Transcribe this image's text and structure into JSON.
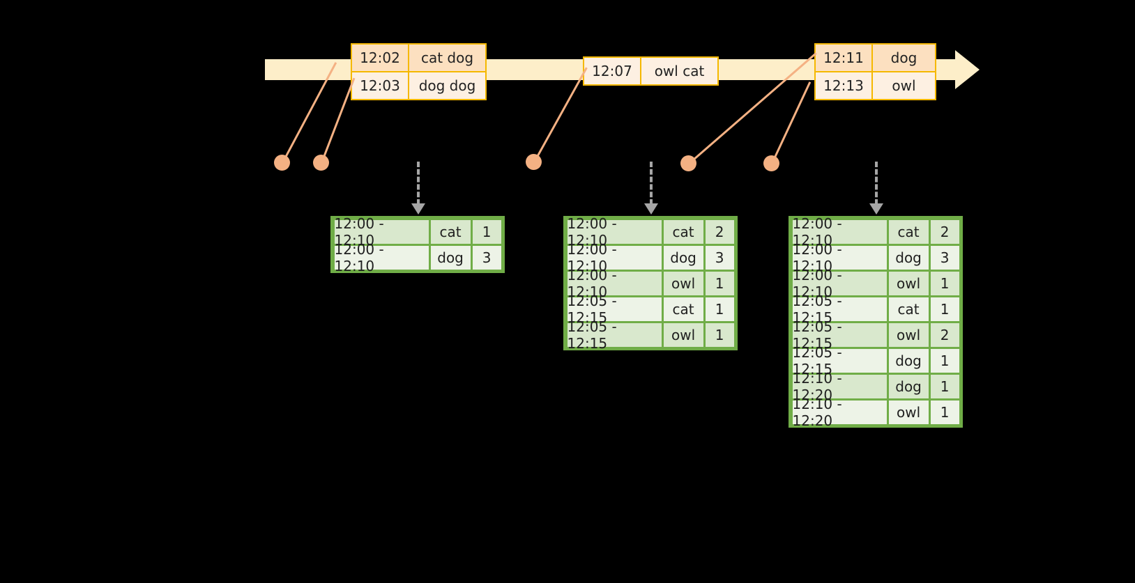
{
  "timeline": {
    "events": [
      {
        "id": "evt-a",
        "rows": [
          {
            "time": "12:02",
            "words": "cat dog"
          },
          {
            "time": "12:03",
            "words": "dog dog"
          }
        ]
      },
      {
        "id": "evt-b",
        "rows": [
          {
            "time": "12:07",
            "words": "owl cat"
          }
        ]
      },
      {
        "id": "evt-c",
        "rows": [
          {
            "time": "12:11",
            "words": "dog"
          },
          {
            "time": "12:13",
            "words": "owl"
          }
        ]
      }
    ]
  },
  "tables": [
    {
      "id": "gt1",
      "rows": [
        {
          "window": "12:00 - 12:10",
          "word": "cat",
          "count": "1"
        },
        {
          "window": "12:00 - 12:10",
          "word": "dog",
          "count": "3"
        }
      ]
    },
    {
      "id": "gt2",
      "rows": [
        {
          "window": "12:00 - 12:10",
          "word": "cat",
          "count": "2"
        },
        {
          "window": "12:00 - 12:10",
          "word": "dog",
          "count": "3"
        },
        {
          "window": "12:00 - 12:10",
          "word": "owl",
          "count": "1"
        },
        {
          "window": "12:05 - 12:15",
          "word": "cat",
          "count": "1"
        },
        {
          "window": "12:05 - 12:15",
          "word": "owl",
          "count": "1"
        }
      ]
    },
    {
      "id": "gt3",
      "rows": [
        {
          "window": "12:00 - 12:10",
          "word": "cat",
          "count": "2"
        },
        {
          "window": "12:00 - 12:10",
          "word": "dog",
          "count": "3"
        },
        {
          "window": "12:00 - 12:10",
          "word": "owl",
          "count": "1"
        },
        {
          "window": "12:05 - 12:15",
          "word": "cat",
          "count": "1"
        },
        {
          "window": "12:05 - 12:15",
          "word": "owl",
          "count": "2"
        },
        {
          "window": "12:05 - 12:15",
          "word": "dog",
          "count": "1"
        },
        {
          "window": "12:10 - 12:20",
          "word": "dog",
          "count": "1"
        },
        {
          "window": "12:10 - 12:20",
          "word": "owl",
          "count": "1"
        }
      ]
    }
  ],
  "colors": {
    "background": "#000000",
    "timeline_fill": "#fdeec9",
    "event_border": "#f5b800",
    "event_shade": "#fce0c0",
    "event_light": "#fdf0e2",
    "connector": "#f4b183",
    "table_border": "#70ad47",
    "table_shade": "#d9e8cd",
    "table_light": "#edf3e7",
    "arrow_gray": "#a6a6a6"
  }
}
